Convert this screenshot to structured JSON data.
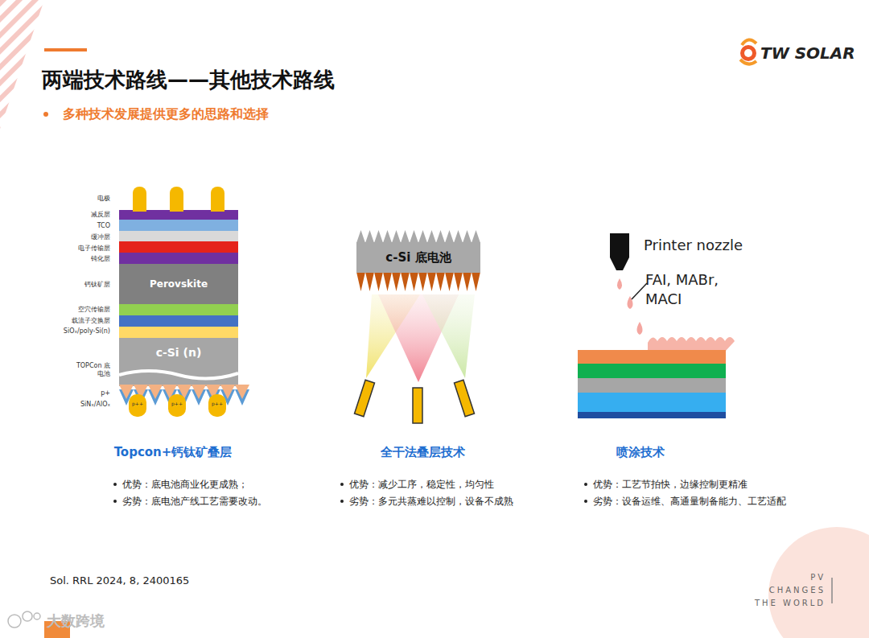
{
  "diagram": {
    "title": "两端技术路线——其他技术路线",
    "caption": "Sol. RRL 2024, 8, 2400165",
    "nodes": [
      {
        "text": [
          "Perovskite"
        ]
      },
      {
        "text": [
          "c-Si (n)"
        ]
      },
      {
        "text": [
          "c-Si 底电池"
        ]
      }
    ],
    "labels": [
      "多种技术发展提供更多的思路和选择",
      "TW SOLAR",
      "电极",
      "减反层",
      "TCO",
      "缓冲层",
      "电子传输层",
      "钝化层",
      "钙钛矿层",
      "空穴传输层",
      "载流子交换层",
      "SiOₓ/poly-Si(n)",
      "TOPCon 底电池",
      "p+",
      "SiNₓ/AlOₓ",
      "p++",
      "p++",
      "p++",
      "Printer nozzle",
      "FAI, MABr, MACI",
      "Topcon+钙钛矿叠层",
      "全干法叠层技术",
      "喷涂技术",
      "优势：底电池商业化更成熟；",
      "劣势：底电池产线工艺需要改动。",
      "优势：减少工序，稳定性，均匀性",
      "劣势：多元共蒸难以控制，设备不成熟",
      "优势：工艺节拍快，边缘控制更精准",
      "劣势：设备运维、高通量制备能力、工艺适配",
      "PV CHANGES THE WORLD",
      "大数跨境"
    ]
  }
}
